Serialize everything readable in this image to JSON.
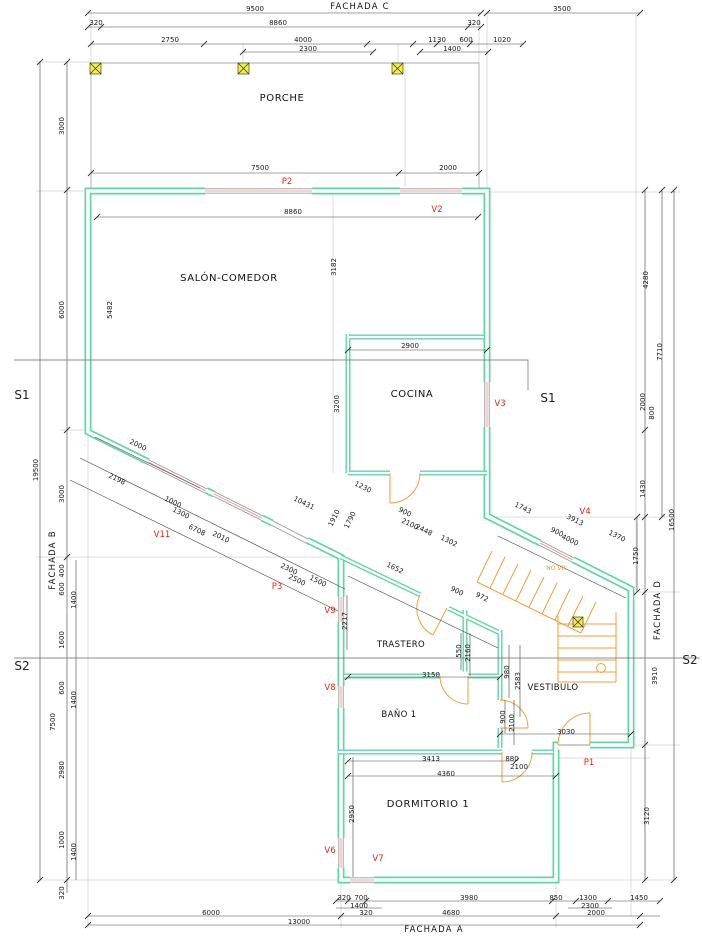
{
  "facades": {
    "a": "FACHADA A",
    "b": "FACHADA B",
    "c": "FACHADA C",
    "d": "FACHADA D"
  },
  "rooms": {
    "porche": "PORCHE",
    "salon": "SALÓN-COMEDOR",
    "cocina": "COCINA",
    "trastero": "TRASTERO",
    "bano": "BAÑO 1",
    "vestibulo": "VESTIBULO",
    "dormitorio": "DORMITORIO 1"
  },
  "sections": {
    "s1": "S1",
    "s2": "S2"
  },
  "openings": {
    "p1": "P1",
    "p2": "P2",
    "p3": "P3",
    "v2": "V2",
    "v3": "V3",
    "v4": "V4",
    "v6": "V6",
    "v7": "V7",
    "v8": "V8",
    "v9": "V9",
    "v11": "V11"
  },
  "notes": {
    "stairs": "NO VR"
  },
  "colors": {
    "wall": "#5fd6a6",
    "dimension": "#444444",
    "opening_label": "#e8221a",
    "stairs": "#ef9f3a",
    "column_marker": "#f2f23a"
  },
  "dims": {
    "top": [
      "9500",
      "3500",
      "320",
      "8860",
      "320",
      "2750",
      "4000",
      "1130",
      "600",
      "1020",
      "2300",
      "1400"
    ],
    "porch": [
      "7500",
      "2000"
    ],
    "salon": [
      "8860",
      "3182",
      "5482",
      "3200"
    ],
    "cocina": [
      "2900"
    ],
    "left": [
      "3000",
      "6000",
      "3000",
      "19500",
      "400",
      "600",
      "1400",
      "1600",
      "600",
      "1400",
      "7500",
      "2980",
      "1000",
      "1400",
      "320"
    ],
    "right": [
      "4280",
      "7710",
      "2000",
      "800",
      "1430",
      "1750",
      "16500",
      "3910",
      "3120"
    ],
    "diag": [
      "2000",
      "2198",
      "1000",
      "1300",
      "6708",
      "2010",
      "10431",
      "1910",
      "1230",
      "1790",
      "900",
      "2100",
      "2448",
      "1302"
    ],
    "rdiag": [
      "1743",
      "3913",
      "900",
      "4000",
      "1370"
    ],
    "hall": [
      "1652",
      "2300",
      "2500",
      "1500",
      "900",
      "972",
      "2217"
    ],
    "mid": [
      "550",
      "2160",
      "980",
      "2583",
      "3150",
      "900",
      "2100",
      "3030",
      "3413",
      "880",
      "2100",
      "4360",
      "2950"
    ],
    "bottom": [
      "320",
      "700",
      "3980",
      "850",
      "1300",
      "1450",
      "1400",
      "2300",
      "320",
      "4680",
      "2000",
      "6000",
      "13000"
    ]
  }
}
